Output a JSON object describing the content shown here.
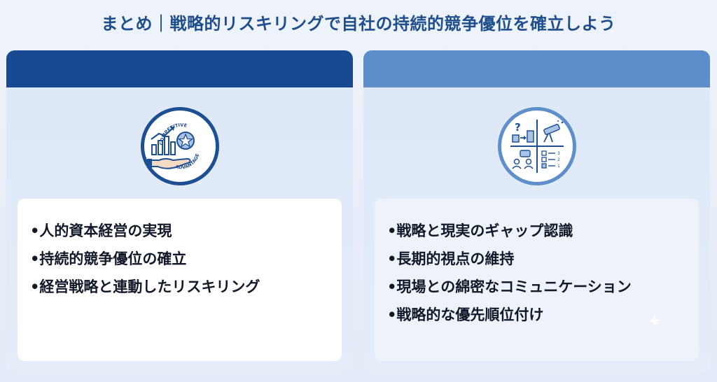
{
  "page": {
    "title": "まとめ｜戦略的リスキリングで自社の持続的競争優位を確立しよう"
  },
  "left_panel": {
    "emblem_text": [
      "COMPETITIVE",
      "ADVANTAGE"
    ],
    "items": [
      "•人的資本経営の実現",
      "•持続的競争優位の確立",
      "•経営戦略と連動したリスキリング"
    ]
  },
  "right_panel": {
    "emblem_symbols": [
      "?",
      "3",
      "2",
      "1"
    ],
    "items": [
      "•戦略と現実のギャップ認識",
      "•長期的視点の維持",
      "•現場との綿密なコミュニケーション",
      "•戦略的な優先順位付け"
    ]
  },
  "colors": {
    "title": "#1f4e8c",
    "left_header": "#174a90",
    "right_header": "#5b8ecb",
    "background": "#e4ebf8"
  },
  "icons": {
    "left_emblem": "competitive-advantage-icon",
    "right_emblem": "strategy-quadrant-icon",
    "decoration": "sparkle-icon"
  }
}
